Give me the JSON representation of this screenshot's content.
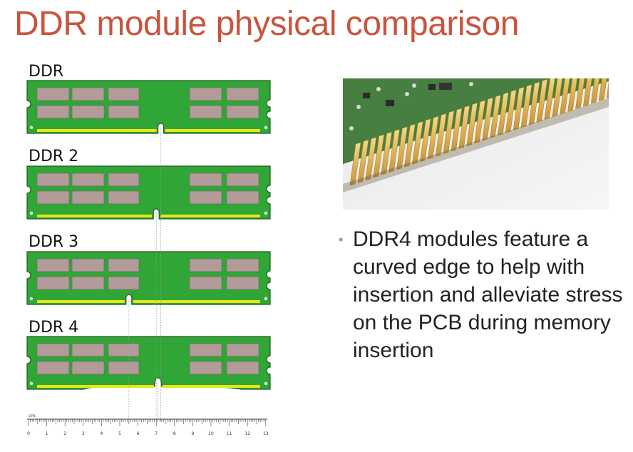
{
  "title": "DDR module physical comparison",
  "modules": [
    {
      "label": "DDR",
      "notch_cm": 7.25
    },
    {
      "label": "DDR 2",
      "notch_cm": 7.0
    },
    {
      "label": "DDR 3",
      "notch_cm": 5.5
    },
    {
      "label": "DDR 4",
      "notch_cm": 7.1
    }
  ],
  "ruler": {
    "unit_label": "cm.",
    "ticks": [
      "0",
      "1",
      "2",
      "3",
      "4",
      "5",
      "6",
      "7",
      "8",
      "9",
      "10",
      "11",
      "12",
      "13"
    ]
  },
  "bullet": {
    "marker": "•",
    "text": "DDR4 modules feature a curved edge to help with insertion and alleviate stress on the PCB during memory insertion"
  },
  "colors": {
    "title": "#c9543c",
    "pcb": "#2fa635",
    "pcb_edge": "#1f5d21",
    "chip": "#b29b98",
    "pins": "#e6e619"
  }
}
